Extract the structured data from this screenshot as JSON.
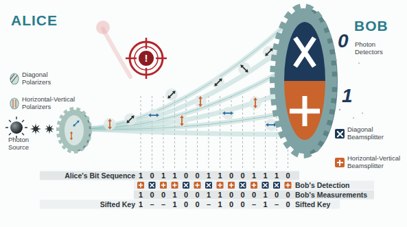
{
  "diagram": {
    "labels": [
      "ALICE",
      "BOB",
      "Diagonal Polarizers",
      "Horizontal-Vertical Polarizers",
      "Photon Source",
      "Photon Detectors",
      "0",
      "1",
      "!",
      "Alice's Bit Sequence",
      "1",
      "0",
      "1",
      "1",
      "0",
      "0",
      "1",
      "1",
      "0",
      "0",
      "1",
      "1",
      "1",
      "0",
      "Bob's Detection",
      "Bob's Measurements",
      "1",
      "0",
      "0",
      "1",
      "0",
      "0",
      "1",
      "1",
      "0",
      "0",
      "0",
      "1",
      "0",
      "0",
      "Sifted Key",
      "1",
      "–",
      "–",
      "1",
      "0",
      "0",
      "–",
      "1",
      "0",
      "0",
      "–",
      "1",
      "–",
      "0",
      "Sifted Key"
    ],
    "legend": [
      {
        "text": "Diagonal Beamsplitter",
        "color": "#1d3a5a"
      },
      {
        "text": "Horizontal-Vertical Beamsplitter",
        "color": "#c9642c"
      }
    ]
  }
}
